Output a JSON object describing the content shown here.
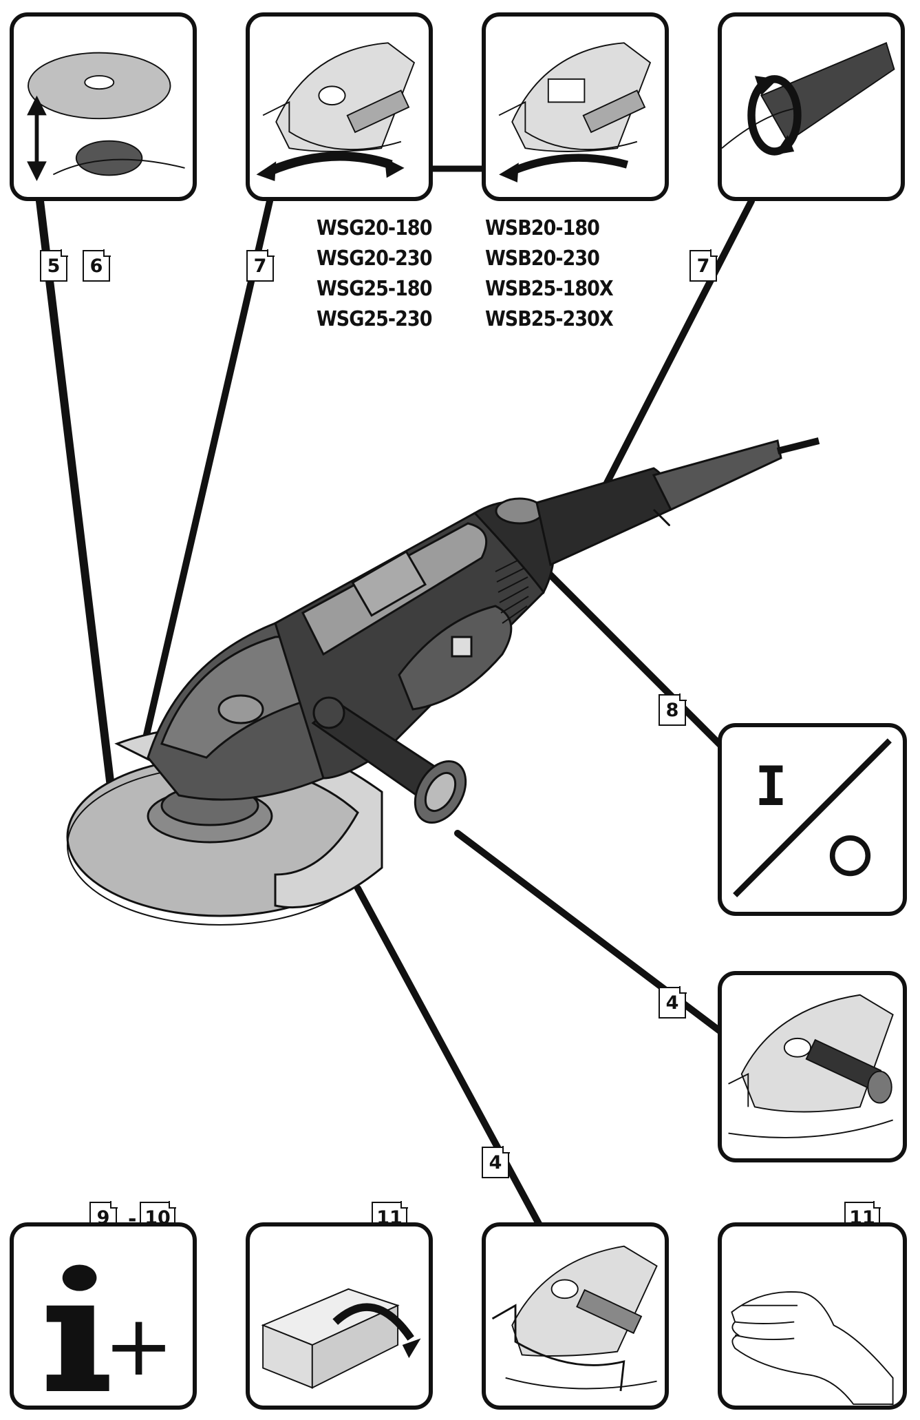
{
  "models_wsg": [
    "WSG20-180",
    "WSG20-230",
    "WSG25-180",
    "WSG25-230"
  ],
  "models_wsb": [
    "WSB20-180",
    "WSB20-230",
    "WSB25-180X",
    "WSB25-230X"
  ],
  "labels": {
    "l5": "5",
    "l6": "6",
    "l7a": "7",
    "l7b": "7",
    "l8": "8",
    "l4a": "4",
    "l4b": "4",
    "l9": "9",
    "l10": "10",
    "l11a": "11",
    "l11b": "11"
  },
  "switch_symbol": {
    "on": "I",
    "off": "O"
  },
  "icons": [
    "disc-mount-icon",
    "guard-rotate-icon",
    "handle-rotate-icon",
    "on-off-switch-icon",
    "side-handle-icon",
    "info-plus-icon",
    "package-open-icon",
    "hand-icon"
  ]
}
